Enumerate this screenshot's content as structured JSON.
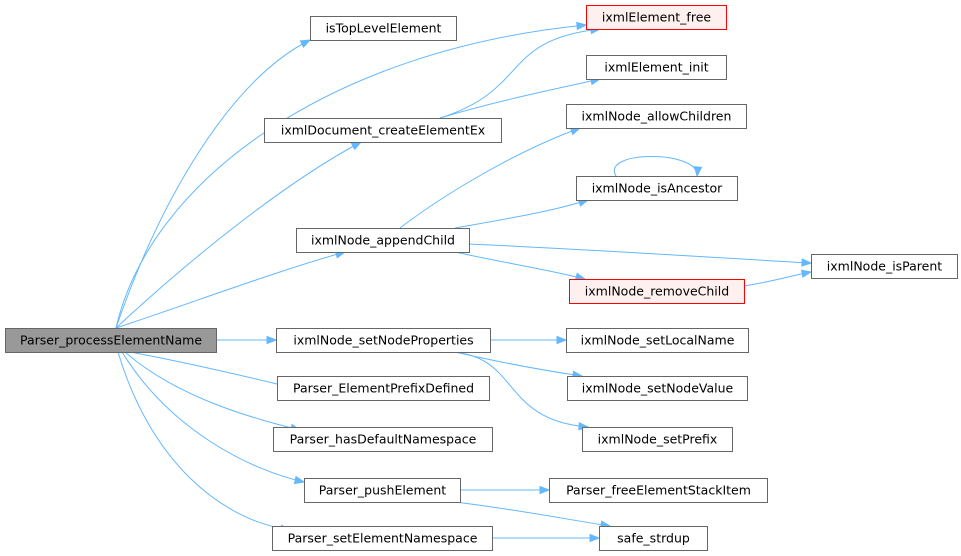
{
  "colors": {
    "edge": "#63b8ff",
    "node_border": "#666666",
    "node_fill": "#ffffff",
    "root_fill": "#999999",
    "root_border": "#666666",
    "undocumented_border": "#ff0000",
    "undocumented_fill": "#fff0f0"
  },
  "nodes": {
    "root": {
      "label": "Parser_processElementName",
      "kind": "root"
    },
    "is_top_level": {
      "label": "isTopLevelElement",
      "kind": "normal"
    },
    "element_free": {
      "label": "ixmlElement_free",
      "kind": "highlight"
    },
    "element_init": {
      "label": "ixmlElement_init",
      "kind": "normal"
    },
    "create_element_ex": {
      "label": "ixmlDocument_createElementEx",
      "kind": "normal"
    },
    "allow_children": {
      "label": "ixmlNode_allowChildren",
      "kind": "normal"
    },
    "is_ancestor": {
      "label": "ixmlNode_isAncestor",
      "kind": "normal"
    },
    "append_child": {
      "label": "ixmlNode_appendChild",
      "kind": "normal"
    },
    "is_parent": {
      "label": "ixmlNode_isParent",
      "kind": "normal"
    },
    "remove_child": {
      "label": "ixmlNode_removeChild",
      "kind": "highlight"
    },
    "set_node_properties": {
      "label": "ixmlNode_setNodeProperties",
      "kind": "normal"
    },
    "set_local_name": {
      "label": "ixmlNode_setLocalName",
      "kind": "normal"
    },
    "element_prefix_defined": {
      "label": "Parser_ElementPrefixDefined",
      "kind": "normal"
    },
    "set_node_value": {
      "label": "ixmlNode_setNodeValue",
      "kind": "normal"
    },
    "has_default_namespace": {
      "label": "Parser_hasDefaultNamespace",
      "kind": "normal"
    },
    "set_prefix": {
      "label": "ixmlNode_setPrefix",
      "kind": "normal"
    },
    "push_element": {
      "label": "Parser_pushElement",
      "kind": "normal"
    },
    "free_element_stack_item": {
      "label": "Parser_freeElementStackItem",
      "kind": "normal"
    },
    "set_element_namespace": {
      "label": "Parser_setElementNamespace",
      "kind": "normal"
    },
    "safe_strdup": {
      "label": "safe_strdup",
      "kind": "normal"
    }
  },
  "edges": [
    [
      "root",
      "is_top_level"
    ],
    [
      "root",
      "element_free"
    ],
    [
      "root",
      "create_element_ex"
    ],
    [
      "root",
      "append_child"
    ],
    [
      "root",
      "set_node_properties"
    ],
    [
      "root",
      "element_prefix_defined"
    ],
    [
      "root",
      "has_default_namespace"
    ],
    [
      "root",
      "push_element"
    ],
    [
      "root",
      "set_element_namespace"
    ],
    [
      "create_element_ex",
      "element_free"
    ],
    [
      "create_element_ex",
      "element_init"
    ],
    [
      "append_child",
      "allow_children"
    ],
    [
      "append_child",
      "is_ancestor"
    ],
    [
      "append_child",
      "is_parent"
    ],
    [
      "append_child",
      "remove_child"
    ],
    [
      "is_ancestor",
      "is_ancestor"
    ],
    [
      "remove_child",
      "is_parent"
    ],
    [
      "set_node_properties",
      "set_local_name"
    ],
    [
      "set_node_properties",
      "set_node_value"
    ],
    [
      "set_node_properties",
      "set_prefix"
    ],
    [
      "push_element",
      "free_element_stack_item"
    ],
    [
      "push_element",
      "safe_strdup"
    ],
    [
      "set_element_namespace",
      "safe_strdup"
    ]
  ]
}
